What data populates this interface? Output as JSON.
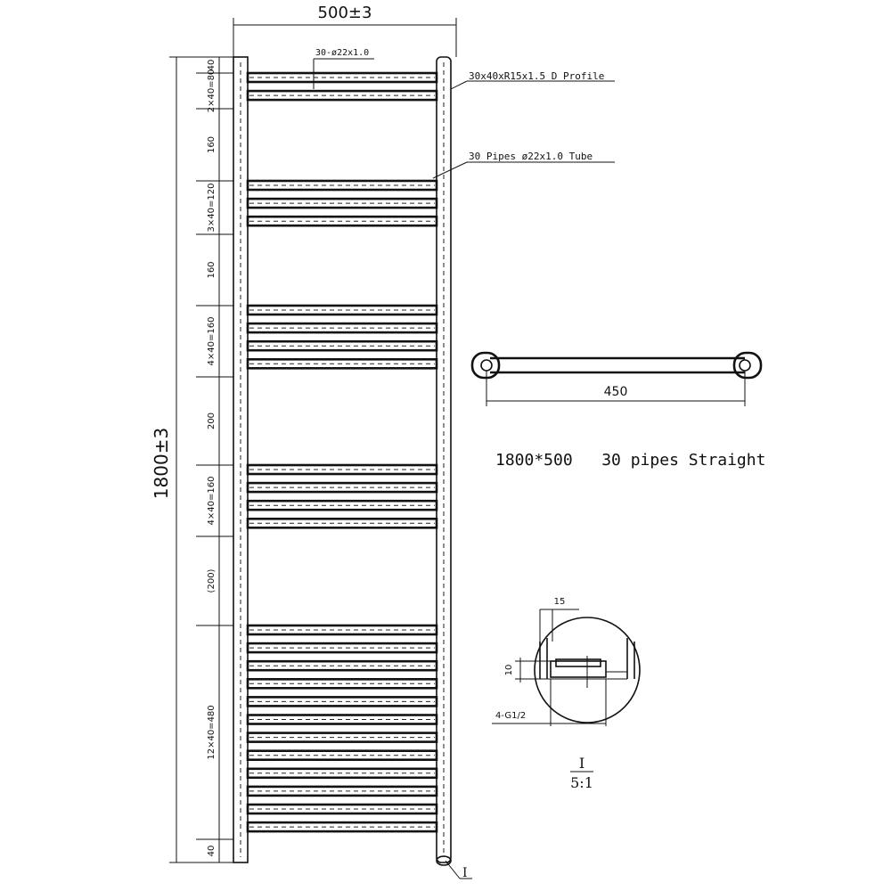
{
  "dimensions": {
    "overall_width": "500±3",
    "overall_height": "1800±3",
    "pipe_spec": "30-ø22x1.0",
    "profile_label": "30x40xR15x1.5 D Profile",
    "tube_label": "30 Pipes ø22x1.0 Tube",
    "left_dims": [
      "40",
      "2×40=80",
      "160",
      "3×40=120",
      "160",
      "4×40=160",
      "200",
      "4×40=160",
      "(200)",
      "12×40=480",
      "40"
    ]
  },
  "bracket": {
    "spacing": "450"
  },
  "product": {
    "title": "1800*500   30 pipes Straight"
  },
  "detail": {
    "width_dim": "15",
    "height_dim": "10",
    "thread": "4-G1/2",
    "callout": "I",
    "scale_top": "I",
    "scale_bottom": "5:1"
  },
  "pipe_groups": [
    2,
    3,
    4,
    4,
    12
  ],
  "pipe_count_total": 25
}
